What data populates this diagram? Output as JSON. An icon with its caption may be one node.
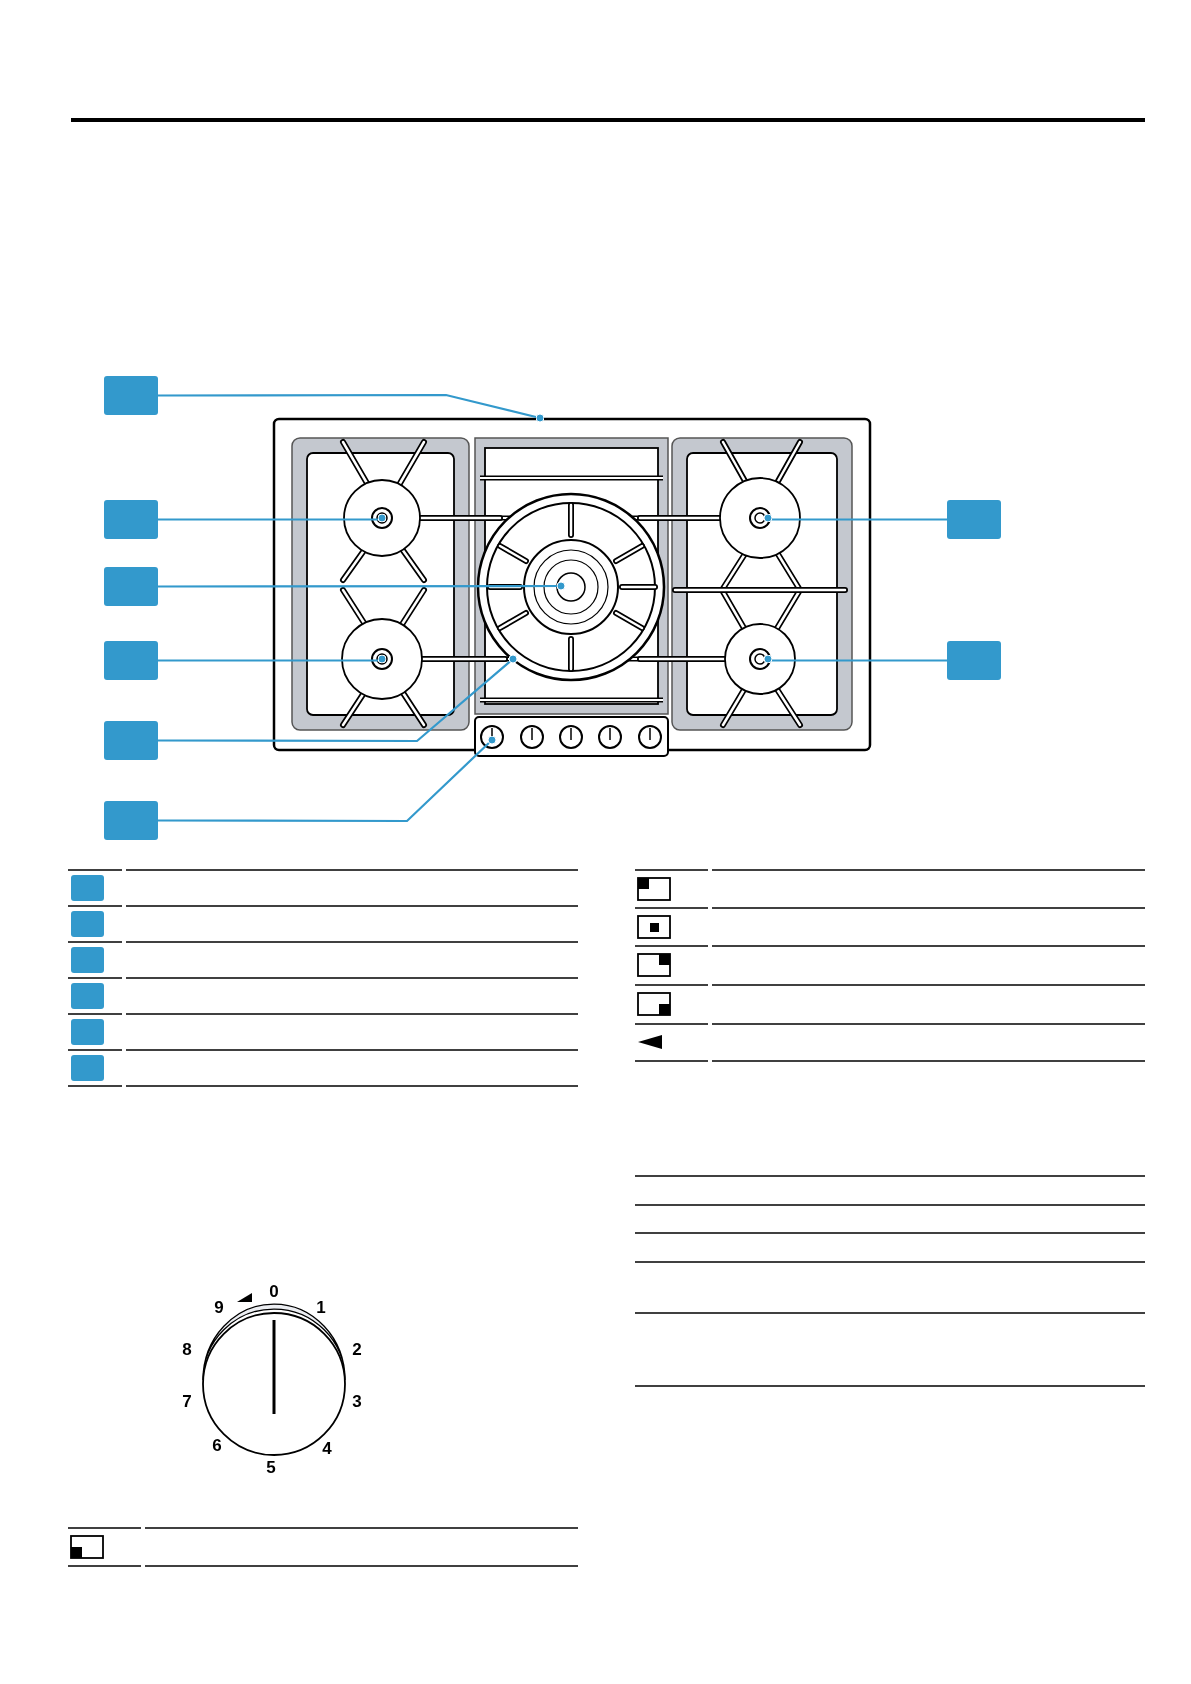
{
  "diagram": {
    "nodes": [
      {
        "text": [],
        "shape": "box"
      },
      {
        "text": [],
        "shape": "box"
      },
      {
        "text": [],
        "shape": "box"
      },
      {
        "text": [],
        "shape": "box"
      },
      {
        "text": [],
        "shape": "box"
      },
      {
        "text": [],
        "shape": "box"
      },
      {
        "text": [],
        "shape": "box"
      },
      {
        "text": [],
        "shape": "box"
      },
      {
        "text": [],
        "shape": "picture"
      }
    ],
    "edges": [
      {
        "from": 0,
        "to": 8,
        "arrow": "other"
      },
      {
        "from": 1,
        "to": 8,
        "arrow": "other"
      },
      {
        "from": 2,
        "to": 8,
        "arrow": "other"
      },
      {
        "from": 3,
        "to": 8,
        "arrow": "other"
      },
      {
        "from": 4,
        "to": 8,
        "arrow": "other"
      },
      {
        "from": 5,
        "to": 8,
        "arrow": "other"
      },
      {
        "from": 6,
        "to": 8,
        "arrow": "other"
      },
      {
        "from": 7,
        "to": 8,
        "arrow": "other"
      }
    ],
    "labels": [
      "0",
      "1",
      "2",
      "3",
      "4",
      "5",
      "6",
      "7",
      "8",
      "9"
    ]
  }
}
